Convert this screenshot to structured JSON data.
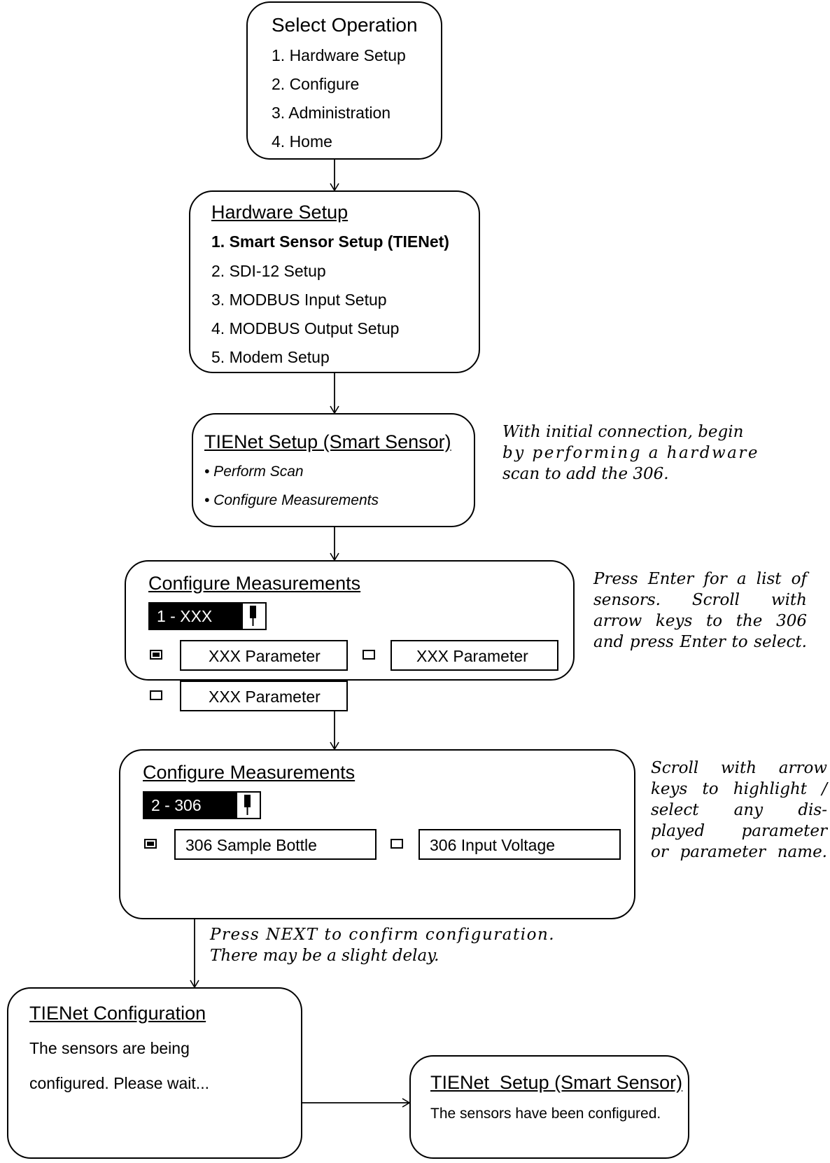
{
  "select_operation": {
    "title": "Select Operation",
    "items": [
      "1. Hardware Setup",
      "2. Configure",
      "3. Administration",
      "4. Home"
    ]
  },
  "hardware_setup": {
    "title": "Hardware Setup",
    "items": [
      "1. Smart Sensor Setup (TIENet)",
      "2. SDI-12 Setup",
      "3. MODBUS Input Setup",
      "4. MODBUS Output Setup",
      "5. Modem Setup"
    ]
  },
  "tienet_setup": {
    "title": "TIENet Setup (Smart Sensor)",
    "items": [
      "• Perform Scan",
      "• Configure Measurements"
    ]
  },
  "tienet_setup_note": [
    "With initial connection, begin",
    "by performing a hardware",
    "scan to add the 306."
  ],
  "configure_1": {
    "title": "Configure Measurements",
    "selector": "1 - XXX",
    "params": [
      "XXX Parameter",
      "XXX Parameter",
      "XXX Parameter"
    ],
    "checked": [
      true,
      false,
      false
    ]
  },
  "configure_1_note": [
    "Press Enter for a list of",
    "sensors. Scroll with",
    "arrow keys to the 306",
    "and press Enter to select."
  ],
  "configure_2": {
    "title": "Configure Measurements",
    "selector": "2 - 306",
    "params": [
      "306 Sample Bottle",
      "306 Input Voltage"
    ],
    "checked": [
      true,
      false
    ]
  },
  "configure_2_note": [
    "Scroll with arrow",
    "keys to highlight /",
    "select any dis-",
    "played parameter",
    "or parameter name."
  ],
  "next_note": [
    "Press NEXT to confirm configuration.",
    "There may be a slight delay."
  ],
  "tienet_config": {
    "title": "TIENet Configuration",
    "lines": [
      "The sensors are being",
      "configured. Please wait..."
    ]
  },
  "tienet_done": {
    "title": "TIENet  Setup (Smart Sensor)",
    "lines": [
      "The sensors have been configured."
    ]
  }
}
